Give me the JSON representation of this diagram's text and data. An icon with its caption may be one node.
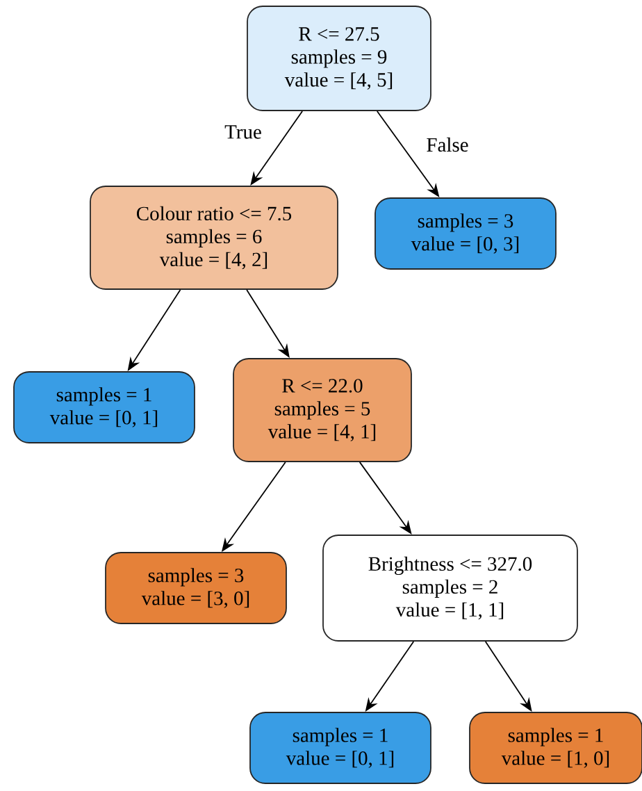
{
  "diagram": {
    "nodes": [
      {
        "text": [
          "R <= 27.5",
          "samples = 9",
          "value = [4, 5]"
        ]
      },
      {
        "text": [
          "Colour ratio <= 7.5",
          "samples = 6",
          "value = [4, 2]"
        ]
      },
      {
        "text": [
          "samples = 3",
          "value = [0, 3]"
        ]
      },
      {
        "text": [
          "samples = 1",
          "value = [0, 1]"
        ]
      },
      {
        "text": [
          "R <= 22.0",
          "samples = 5",
          "value = [4, 1]"
        ]
      },
      {
        "text": [
          "samples = 3",
          "value = [3, 0]"
        ]
      },
      {
        "text": [
          "Brightness <= 327.0",
          "samples = 2",
          "value = [1, 1]"
        ]
      },
      {
        "text": [
          "samples = 1",
          "value = [0, 1]"
        ]
      },
      {
        "text": [
          "samples = 1",
          "value = [1, 0]"
        ]
      }
    ],
    "edges": [
      {
        "from": 0,
        "to": 1,
        "arrow": "to",
        "label": "True"
      },
      {
        "from": 0,
        "to": 2,
        "arrow": "to",
        "label": "False"
      },
      {
        "from": 1,
        "to": 3,
        "arrow": "to"
      },
      {
        "from": 1,
        "to": 4,
        "arrow": "to"
      },
      {
        "from": 4,
        "to": 5,
        "arrow": "to"
      },
      {
        "from": 4,
        "to": 6,
        "arrow": "to"
      },
      {
        "from": 6,
        "to": 7,
        "arrow": "to"
      },
      {
        "from": 6,
        "to": 8,
        "arrow": "to"
      }
    ]
  }
}
